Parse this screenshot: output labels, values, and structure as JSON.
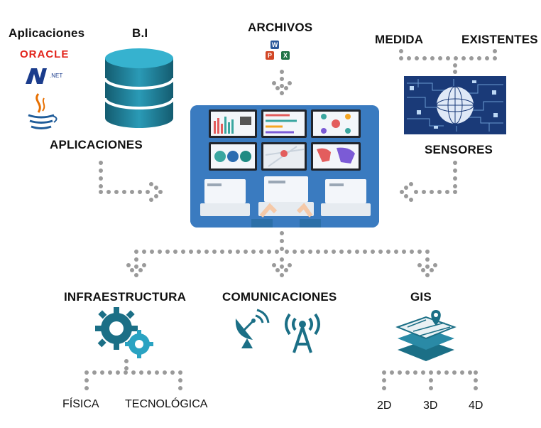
{
  "top_left": {
    "apps_title": "Aplicaciones",
    "bi_title": "B.I",
    "oracle_logo": "ORACLE",
    "dotnet_logo": ".NET",
    "apps_label": "APLICACIONES"
  },
  "archivos": {
    "title": "ARCHIVOS",
    "icons": [
      "word-icon",
      "powerpoint-icon",
      "excel-icon"
    ]
  },
  "sensores": {
    "medida": "MEDIDA",
    "existentes": "EXISTENTES",
    "label": "SENSORES"
  },
  "bottom": {
    "infra": {
      "title": "INFRAESTRUCTURA",
      "children": [
        "FÍSICA",
        "TECNOLÓGICA"
      ]
    },
    "comms": {
      "title": "COMUNICACIONES"
    },
    "gis": {
      "title": "GIS",
      "children": [
        "2D",
        "3D",
        "4D"
      ]
    }
  },
  "colors": {
    "connector": "#9a9a9a",
    "teal": "#1b6f86",
    "teal_light": "#2aa3c2",
    "dashboard_bg": "#3a7bc0"
  }
}
